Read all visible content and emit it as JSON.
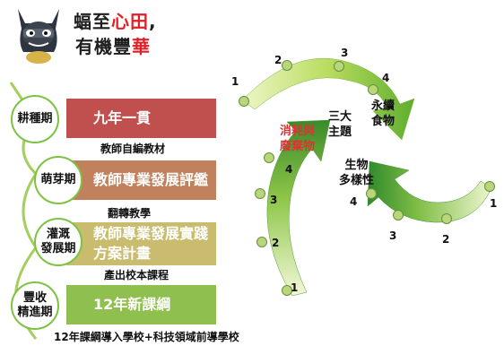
{
  "logo": {
    "line1_prefix": "蝠至",
    "line1_red": "心田",
    "line1_suffix": ",",
    "line2_prefix": "有機豐",
    "line2_red": "華"
  },
  "stages": [
    {
      "circle": "耕種期",
      "box": "九年一貫",
      "sub": "教師自編教材",
      "color": "#c0504d"
    },
    {
      "circle": "萌芽期",
      "box": "教師專業發展評鑑",
      "sub": "翻轉教學",
      "color": "#c0815c"
    },
    {
      "circle": "灌溉\n發展期",
      "box": "教師專業發展實踐\n方案計畫",
      "sub": "產出校本課程",
      "color": "#c9bc6e"
    },
    {
      "circle": "豐收\n精進期",
      "box": "12年新課綱",
      "sub": "",
      "color": "#8fbf4f"
    }
  ],
  "bottom_note": "12年課綱導入學校+科技領域前導學校",
  "cycle": {
    "center": "三大\n主題",
    "theme_top": "永續\n食物",
    "theme_left": "消耗與\n廢棄物",
    "theme_right": "生物\n多樣性",
    "top_numbers": [
      "1",
      "2",
      "3",
      "4"
    ],
    "right_numbers": [
      "1",
      "2",
      "3",
      "4"
    ],
    "left_numbers": [
      "1",
      "2",
      "3",
      "4"
    ]
  },
  "colors": {
    "green_light": "#c6e07a",
    "green_dark": "#3a9a2e",
    "dot": "#b3d47a"
  }
}
